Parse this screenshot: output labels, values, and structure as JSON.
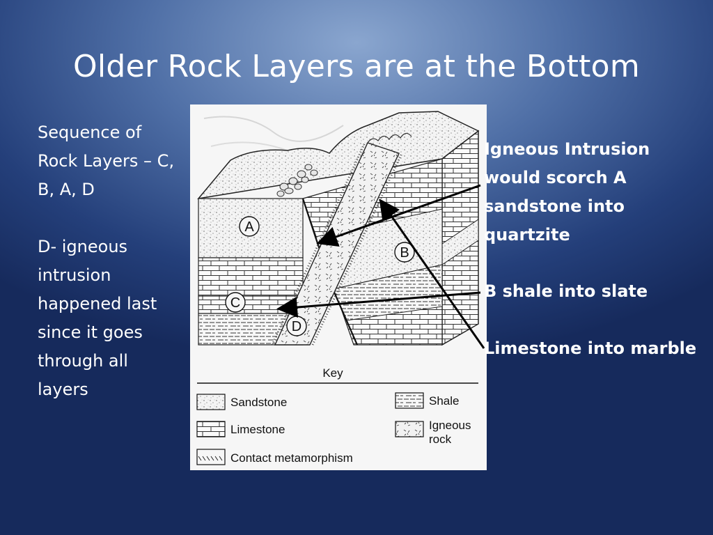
{
  "title": "Older Rock Layers are at the Bottom",
  "left_text": {
    "sequence": "Sequence of Rock Layers – C, B, A, D",
    "explanation": "D- igneous intrusion happened last since it goes through all layers"
  },
  "diagram": {
    "layer_labels": [
      "A",
      "B",
      "C",
      "D"
    ],
    "key_title": "Key",
    "key_items": {
      "sandstone": "Sandstone",
      "limestone": "Limestone",
      "contact": "Contact metamorphism",
      "shale": "Shale",
      "igneous": "Igneous rock"
    }
  },
  "annotations": {
    "igneous": "Igneous Intrusion would scorch  A sandstone into quartzite",
    "shale": "B shale into slate",
    "limestone": "Limestone into marble"
  }
}
